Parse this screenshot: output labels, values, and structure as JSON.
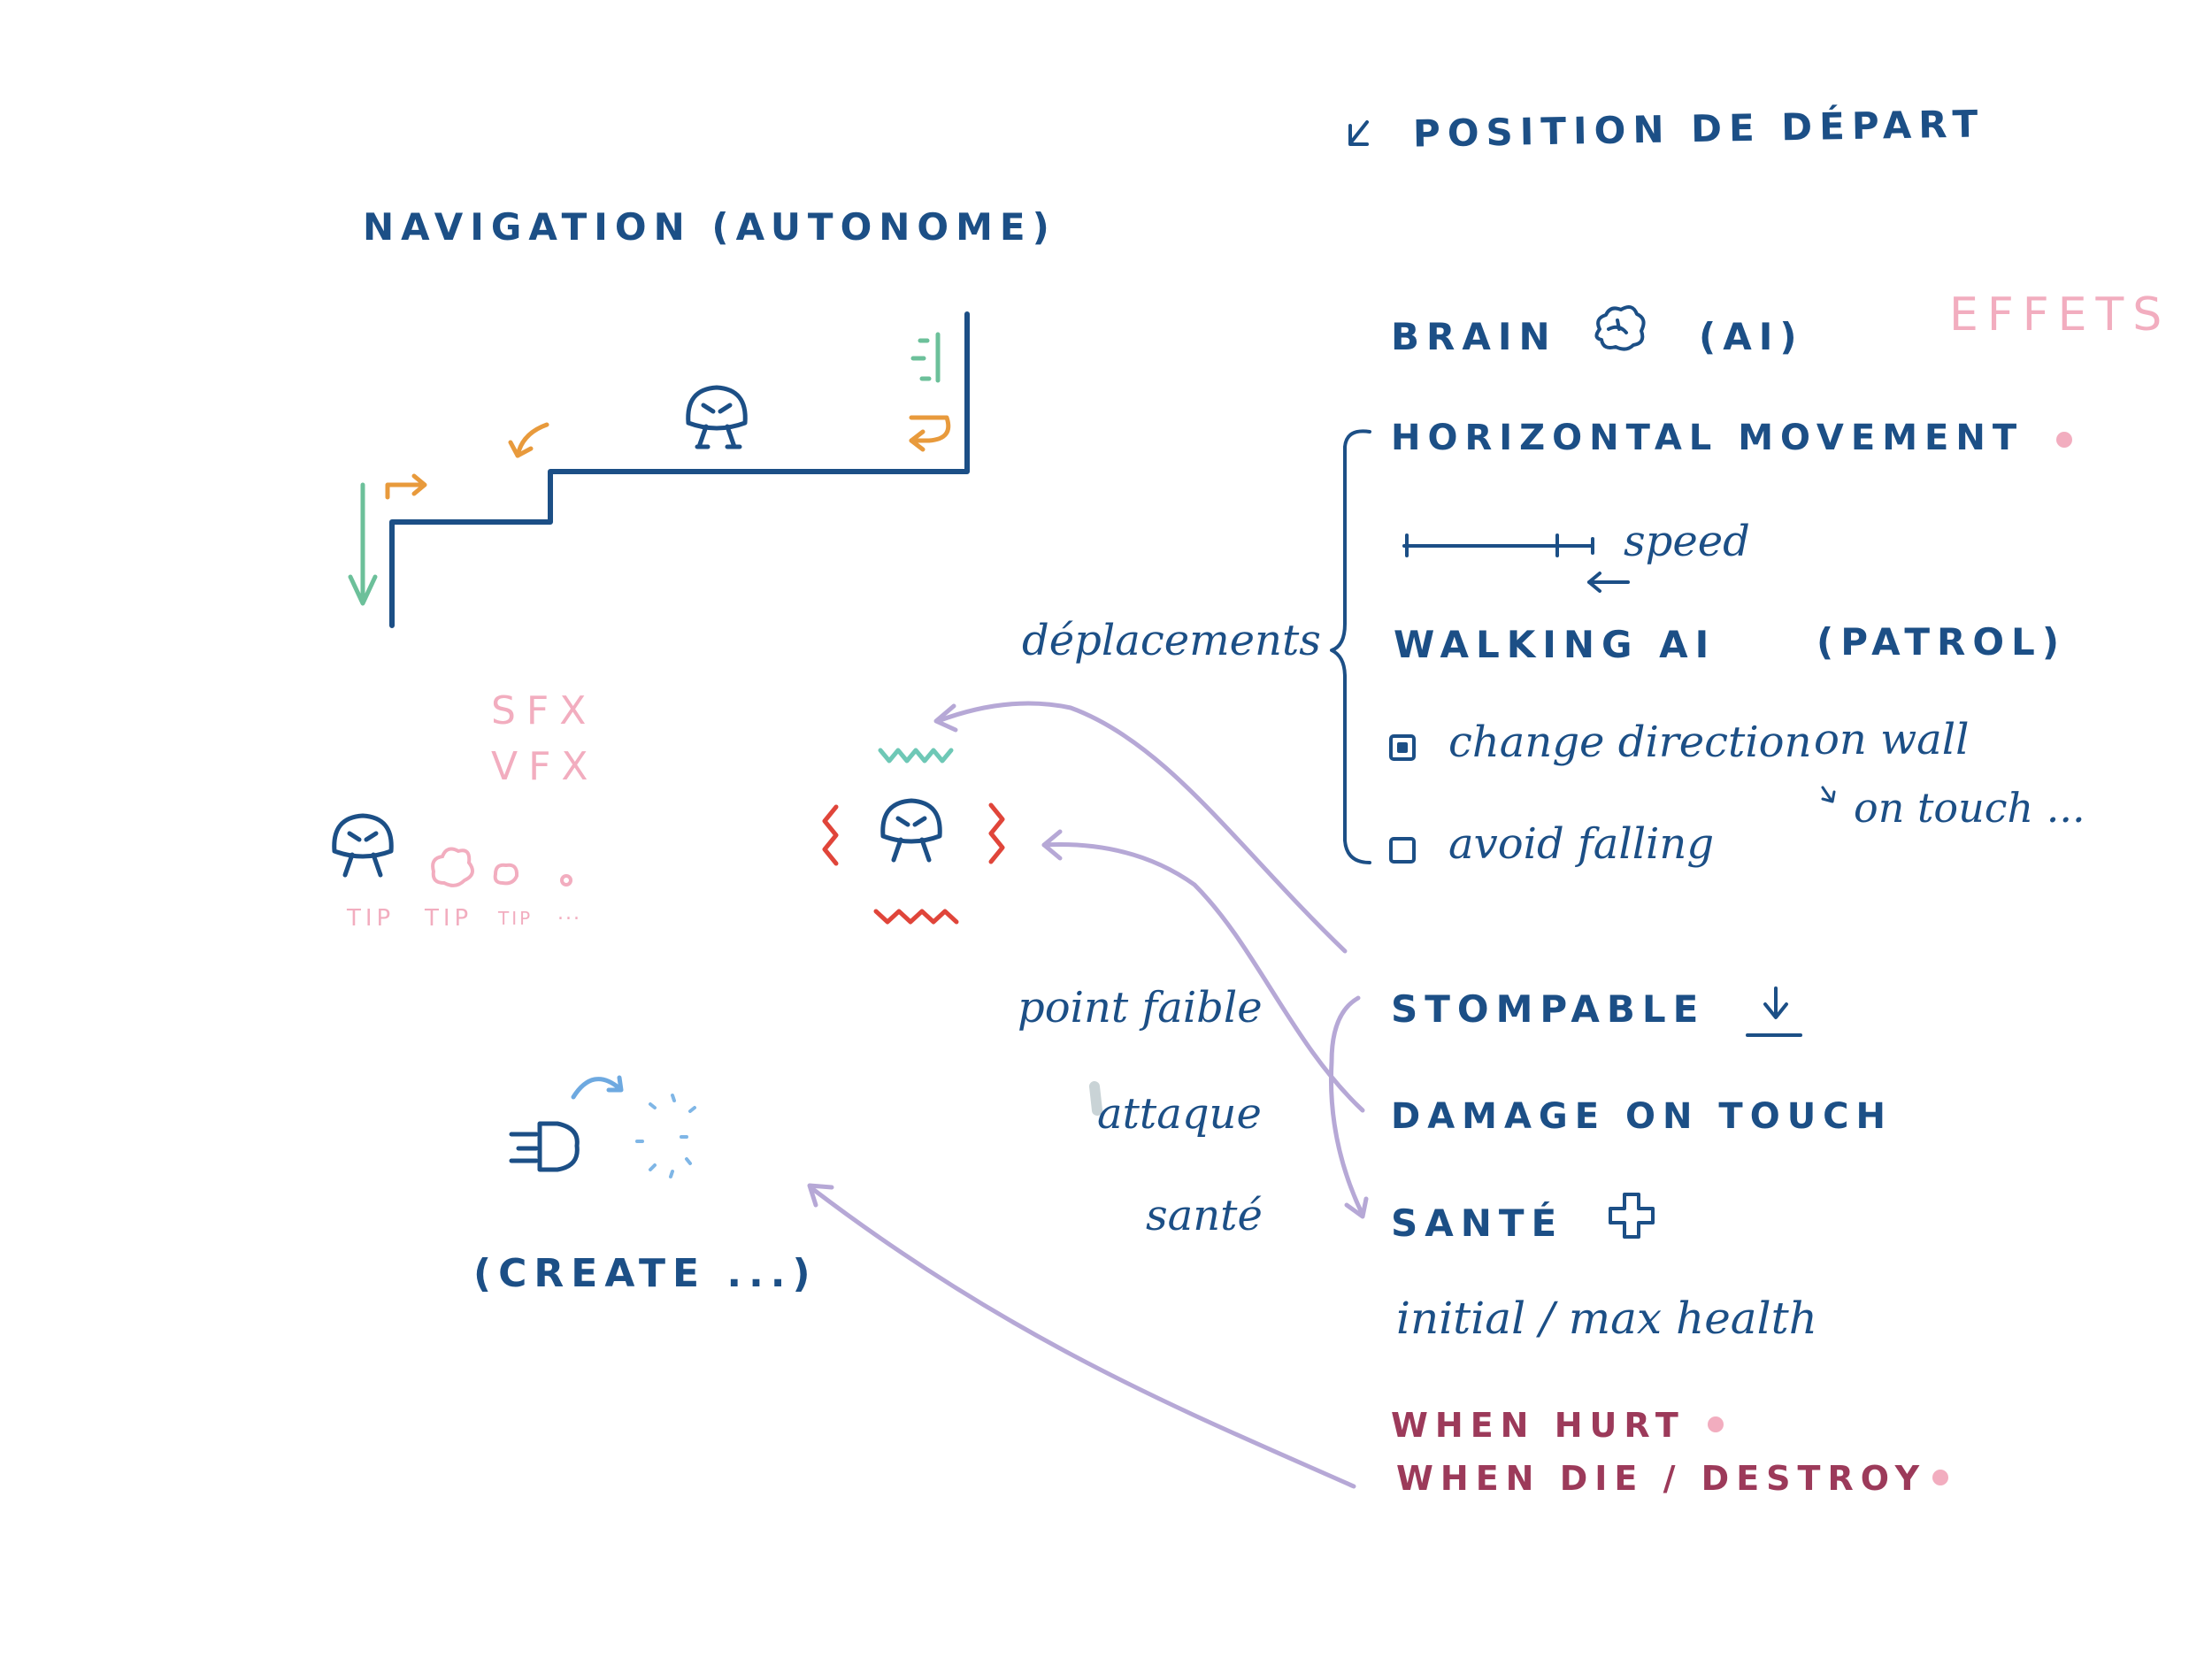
{
  "colors": {
    "ink": "#1c4f86",
    "effects": "#f2adbf",
    "flow_arrow": "#b6a8d6",
    "feedback_red": "#e0453a",
    "feedback_teal": "#6ec8b6",
    "turn_arrow": "#e89a3c",
    "fall_arrow": "#6cc09a",
    "events": "#9c3a5a"
  },
  "header": {
    "start_position": "POSITION DE DÉPART",
    "effects": "EFFETS"
  },
  "navigation": {
    "title": "NAVIGATION (AUTONOME)"
  },
  "sfx_vfx": {
    "sfx": "SFX",
    "vfx": "VFX",
    "tips": [
      "TIP",
      "TIP",
      "TIP",
      "..."
    ]
  },
  "create": {
    "label": "(CREATE ...)"
  },
  "brain": {
    "title": "BRAIN",
    "ai": "(AI)",
    "icon": "brain-icon"
  },
  "movement": {
    "side_label": "déplacements",
    "horizontal": "HORIZONTAL MOVEMENT",
    "speed": "speed",
    "walking_ai": "WALKING AI",
    "patrol": "(PATROL)",
    "options": [
      {
        "label": "change direction",
        "checked": true
      },
      {
        "label": "avoid falling",
        "checked": false
      }
    ],
    "on_wall": "on wall",
    "on_touch": "on touch ..."
  },
  "combat": {
    "weak_point": "point faible",
    "stompable": "STOMPABLE",
    "attack": "attaque",
    "damage_on_touch": "DAMAGE ON TOUCH",
    "health_side": "santé",
    "health_title": "SANTÉ",
    "health_detail": "initial / max health"
  },
  "events": {
    "when_hurt": "WHEN HURT",
    "when_die": "WHEN DIE / DESTROY"
  }
}
